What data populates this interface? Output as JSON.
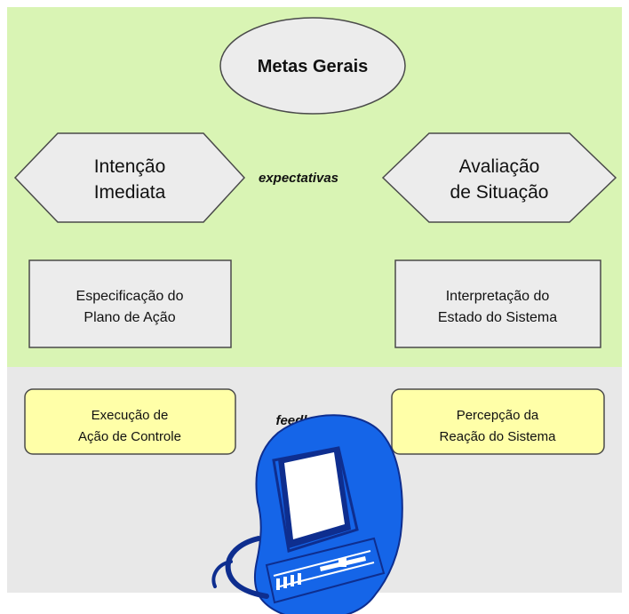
{
  "diagram": {
    "top_node": {
      "label": "Metas Gerais"
    },
    "left_hexagon": {
      "line1": "Intenção",
      "line2": "Imediata"
    },
    "right_hexagon": {
      "line1": "Avaliação",
      "line2": "de Situação"
    },
    "middle_label": "expectativas",
    "left_box": {
      "line1": "Especificação do",
      "line2": "Plano de Ação"
    },
    "right_box": {
      "line1": "Interpretação do",
      "line2": "Estado do Sistema"
    },
    "lower_left_box": {
      "line1": "Execução de",
      "line2": "Ação de Controle"
    },
    "lower_right_box": {
      "line1": "Percepção da",
      "line2": "Reação do Sistema"
    },
    "lower_label": "feedback"
  },
  "colors": {
    "upper_background": "#D9F4B4",
    "lower_background": "#E8E8E8",
    "node_fill": "#ECECEC",
    "node_stroke": "#4A4A4A",
    "callout_fill": "#FFFFA8",
    "computer_blue": "#1565E8",
    "computer_dark": "#0E2E8F"
  },
  "icons": {
    "computer": "computer-icon"
  }
}
